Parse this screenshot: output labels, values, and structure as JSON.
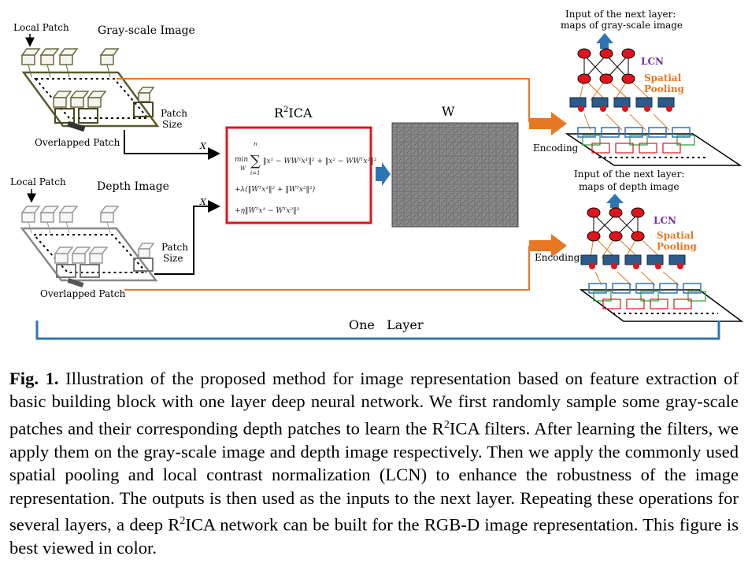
{
  "diagram": {
    "gray_branch": {
      "local_patch": "Local Patch",
      "title": "Gray-scale Image",
      "patch_size": [
        "Patch",
        "Size"
      ],
      "overlapped": "Overlapped Patch",
      "x_label": "X"
    },
    "depth_branch": {
      "local_patch": "Local Patch",
      "title": "Depth Image",
      "patch_size": [
        "Patch",
        "Size"
      ],
      "overlapped": "Overlapped Patch",
      "x_label": "X"
    },
    "r2ica": {
      "title_main": "R",
      "title_sup": "2",
      "title_rest": "ICA"
    },
    "w_label": "W",
    "encoding_top": "Encoding",
    "encoding_bottom": "Encoding",
    "next_layer_top": [
      "Input of the next layer:",
      "maps of gray-scale image"
    ],
    "next_layer_bottom": [
      "Input of the next layer:",
      "maps of depth image"
    ],
    "lcn": "LCN",
    "spatial_pooling": [
      "Spatial",
      "Pooling"
    ],
    "one_layer": "One   Layer",
    "colors": {
      "orange": "#e87722",
      "blue": "#2e75b6",
      "red": "#e0141c",
      "purple": "#7030a0",
      "spatial": "#e87722"
    }
  },
  "caption": {
    "label": "Fig. 1.",
    "text_1": " Illustration of the proposed method for image representation based on feature extraction of basic building block with one layer deep neural network. We first randomly sample some gray-scale patches and their corresponding depth patches to learn the R",
    "sup_1": "2",
    "text_2": "ICA filters. After learning the filters, we apply them on the gray-scale image and depth image respectively. Then we apply the commonly used spatial pooling and local contrast normalization (LCN) to enhance the robustness of the image representation. The outputs is then used as the inputs to the next layer. Repeating these operations for several layers, a deep R",
    "sup_2": "2",
    "text_3": "ICA network can be built for the RGB-D image representation. This figure is best viewed in color."
  }
}
